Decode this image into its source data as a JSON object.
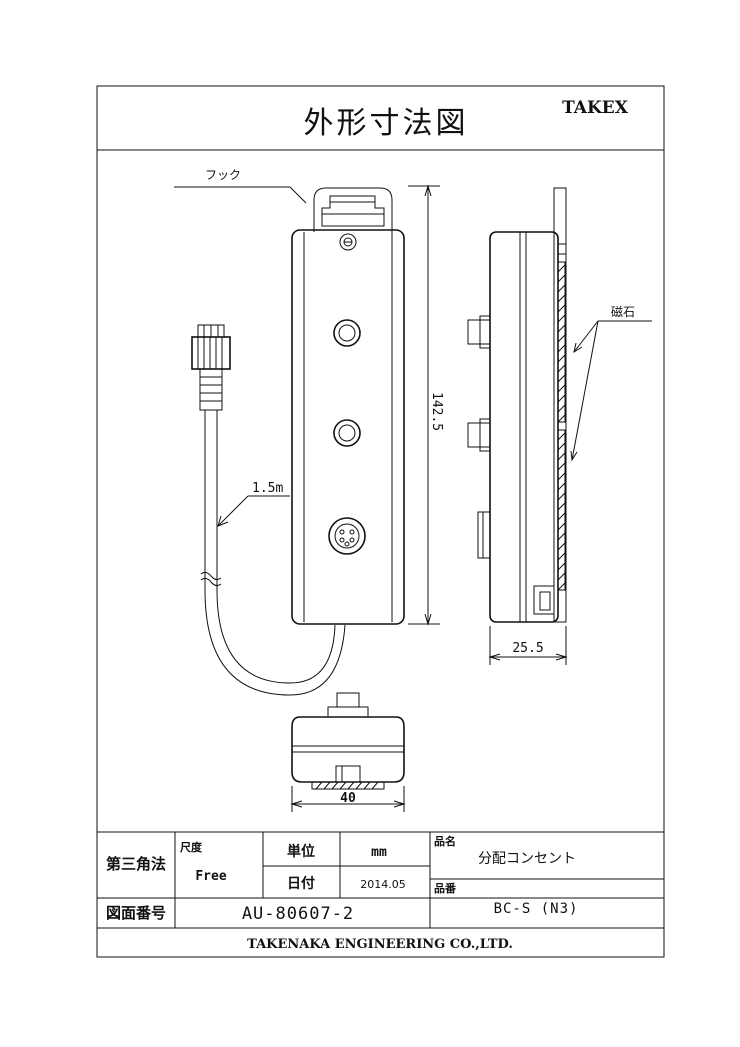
{
  "drawing": {
    "title": "外形寸法図",
    "brand": "TAKEX",
    "labels": {
      "hook": "フック",
      "cable_length": "1.5m",
      "magnet": "磁石"
    },
    "dimensions": {
      "height": "142.5",
      "depth": "25.5",
      "width": "40"
    }
  },
  "title_block": {
    "projection": "第三角法",
    "scale_label": "尺度",
    "scale_value": "Free",
    "unit_label": "単位",
    "unit_value": "mm",
    "date_label": "日付",
    "date_value": "2014.05",
    "drawing_no_label": "図面番号",
    "drawing_no_value": "AU-80607-2",
    "product_name_label": "品名",
    "product_name_value": "分配コンセント",
    "product_no_label": "品番",
    "product_no_value": "BC-S (N3)",
    "company": "TAKENAKA ENGINEERING CO.,LTD."
  }
}
